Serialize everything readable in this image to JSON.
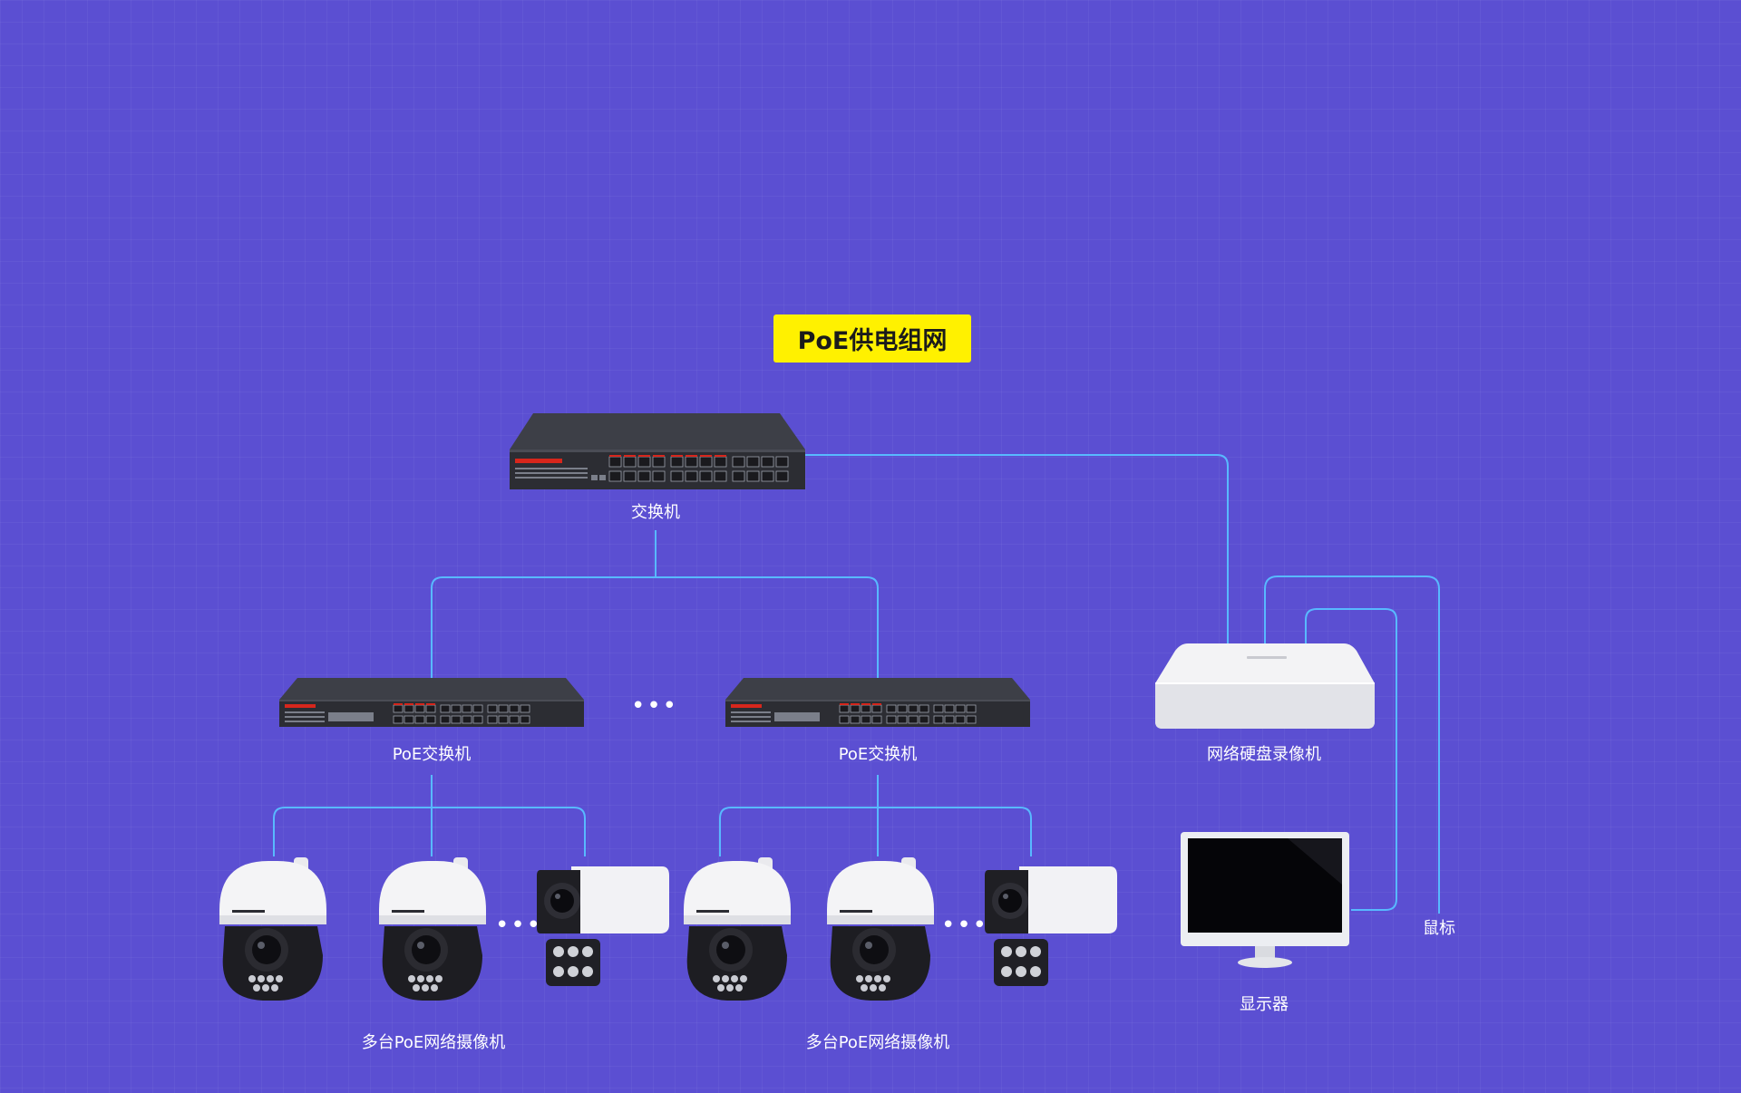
{
  "title": "PoE供电组网",
  "labels": {
    "core_switch": "交换机",
    "poe_switch_left": "PoE交换机",
    "poe_switch_right": "PoE交换机",
    "nvr": "网络硬盘录像机",
    "monitor": "显示器",
    "mouse": "鼠标",
    "cameras_left": "多台PoE网络摄像机",
    "cameras_right": "多台PoE网络摄像机"
  },
  "ellipsis": {
    "switches": "•••",
    "cameras_left": "•••",
    "cameras_right": "•••"
  },
  "colors": {
    "background": "#5b4fd2",
    "wire": "#58b9ff",
    "title_badge": "#fff100",
    "switch_body": "#2c2d33",
    "port_red": "#d7261c"
  }
}
